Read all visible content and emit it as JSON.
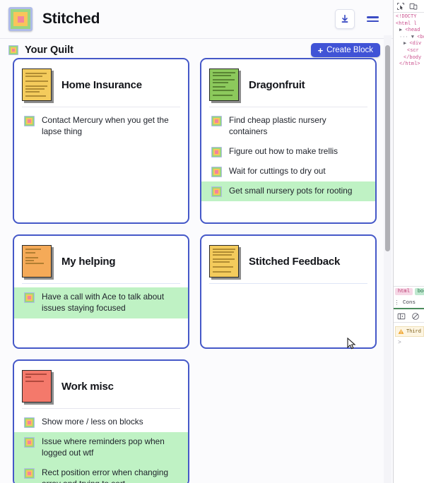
{
  "app": {
    "title": "Stitched",
    "logo_icon": "quilt-logo-icon",
    "install_icon": "download-icon",
    "menu_icon": "hamburger-menu-icon",
    "section_title": "Your Quilt",
    "section_icon": "quilt-block-icon",
    "create_button": {
      "label": "Create Block",
      "plus": "+"
    },
    "accent_color": "#4053d6",
    "card_border_color": "#4558c8",
    "done_item_color": "#bff2c4"
  },
  "blocks": [
    {
      "title": "Home Insurance",
      "note_color": "yellow",
      "items": [
        {
          "text": "Contact Mercury when you get the lapse thing",
          "done": false
        }
      ]
    },
    {
      "title": "Dragonfruit",
      "note_color": "green",
      "items": [
        {
          "text": "Find cheap plastic nursery containers",
          "done": false
        },
        {
          "text": "Figure out how to make trellis",
          "done": false
        },
        {
          "text": "Wait for cuttings to dry out",
          "done": false
        },
        {
          "text": "Get small nursery pots for rooting",
          "done": true
        }
      ]
    },
    {
      "title": "My helping",
      "note_color": "orange",
      "items": [
        {
          "text": "Have a call with Ace to talk about issues staying focused",
          "done": true
        }
      ]
    },
    {
      "title": "Stitched Feedback",
      "note_color": "yellow",
      "items": []
    },
    {
      "title": "Work misc",
      "note_color": "salmon",
      "items": [
        {
          "text": "Show more / less on blocks",
          "done": false
        },
        {
          "text": "Issue where reminders pop when logged out wtf",
          "done": true
        },
        {
          "text": "Rect position error when changing array and trying to sort",
          "done": true
        }
      ]
    }
  ],
  "devtools": {
    "inspect_icon": "inspect-element-icon",
    "device_icon": "device-toolbar-icon",
    "dom_lines": [
      "<!DOCTY",
      "<html l",
      "<head",
      "<body",
      "<div",
      "<scr",
      "</body",
      "</html>"
    ],
    "breadcrumb": [
      "html",
      "bod"
    ],
    "console_tab": "Cons",
    "sidebar_icon": "console-sidebar-icon",
    "clear_icon": "clear-console-icon",
    "warning_text": "Third",
    "warning_icon": "warning-triangle-icon",
    "prompt": ">"
  }
}
